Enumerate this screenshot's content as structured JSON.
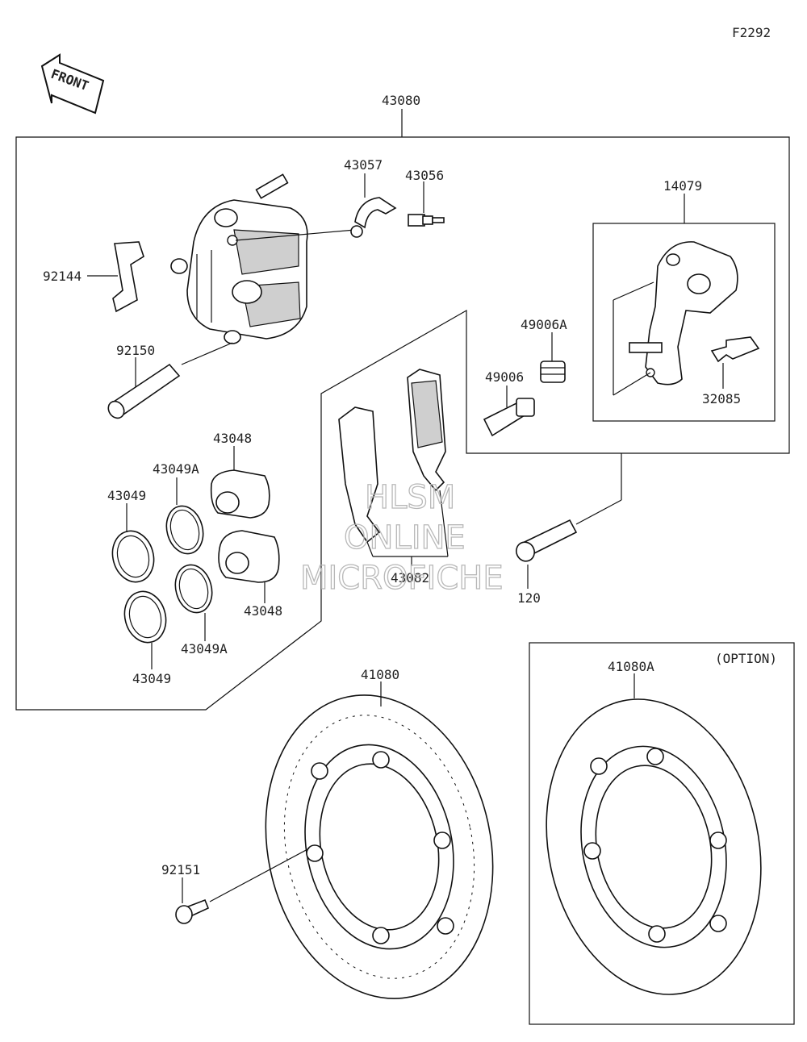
{
  "figure_code": "F2292",
  "front_arrow_label": "FRONT",
  "watermark": {
    "line1": "HLSM",
    "line2": "ONLINE",
    "line3": "MICROFICHE"
  },
  "option_label": "(OPTION)",
  "part_labels": {
    "caliper_assembly": "43080",
    "pad_spring": "43057",
    "bleeder_valve": "43056",
    "bracket": "14079",
    "pad_clip": "92144",
    "pin": "92150",
    "boot_large": "49006A",
    "boot_small": "49006",
    "plate_spring": "32085",
    "piston_upper": "43048",
    "seal_upper": "43049A",
    "seal_outer_upper": "43049",
    "piston_lower": "43048",
    "seal_lower": "43049A",
    "seal_outer_lower": "43049",
    "pad_set": "43082",
    "mount_bolt": "120",
    "disc": "41080",
    "disc_option": "41080A",
    "disc_bolt": "92151"
  }
}
